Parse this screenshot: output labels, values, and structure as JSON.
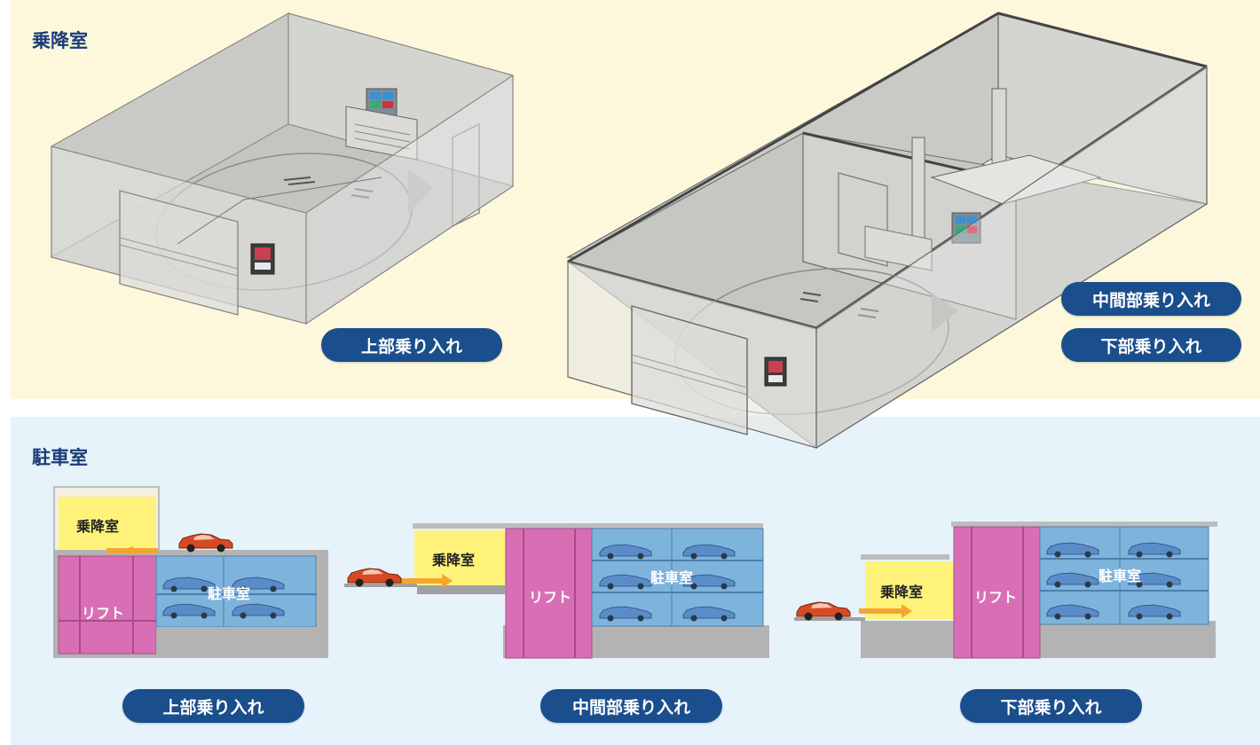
{
  "top_section": {
    "title": "乗降室",
    "badge_upper": "上部乗り入れ",
    "badge_middle": "中間部乗り入れ",
    "badge_lower": "下部乗り入れ"
  },
  "bottom_section": {
    "title": "駐車室",
    "diagrams": [
      {
        "room_label": "乗降室",
        "lift_label": "リフト",
        "parking_label": "駐車室",
        "caption": "上部乗り入れ"
      },
      {
        "room_label": "乗降室",
        "lift_label": "リフト",
        "parking_label": "駐車室",
        "caption": "中間部乗り入れ"
      },
      {
        "room_label": "乗降室",
        "lift_label": "リフト",
        "parking_label": "駐車室",
        "caption": "下部乗り入れ"
      }
    ]
  },
  "colors": {
    "top_bg": "#fdf8dc",
    "bottom_bg": "#e7f3fb",
    "title": "#1b3c79",
    "badge": "#1a4e8c",
    "lift": "#d86fb4",
    "parking": "#7eb3dc",
    "room": "#fff27a",
    "arrow": "#f2a631",
    "car": "#d84a24"
  }
}
